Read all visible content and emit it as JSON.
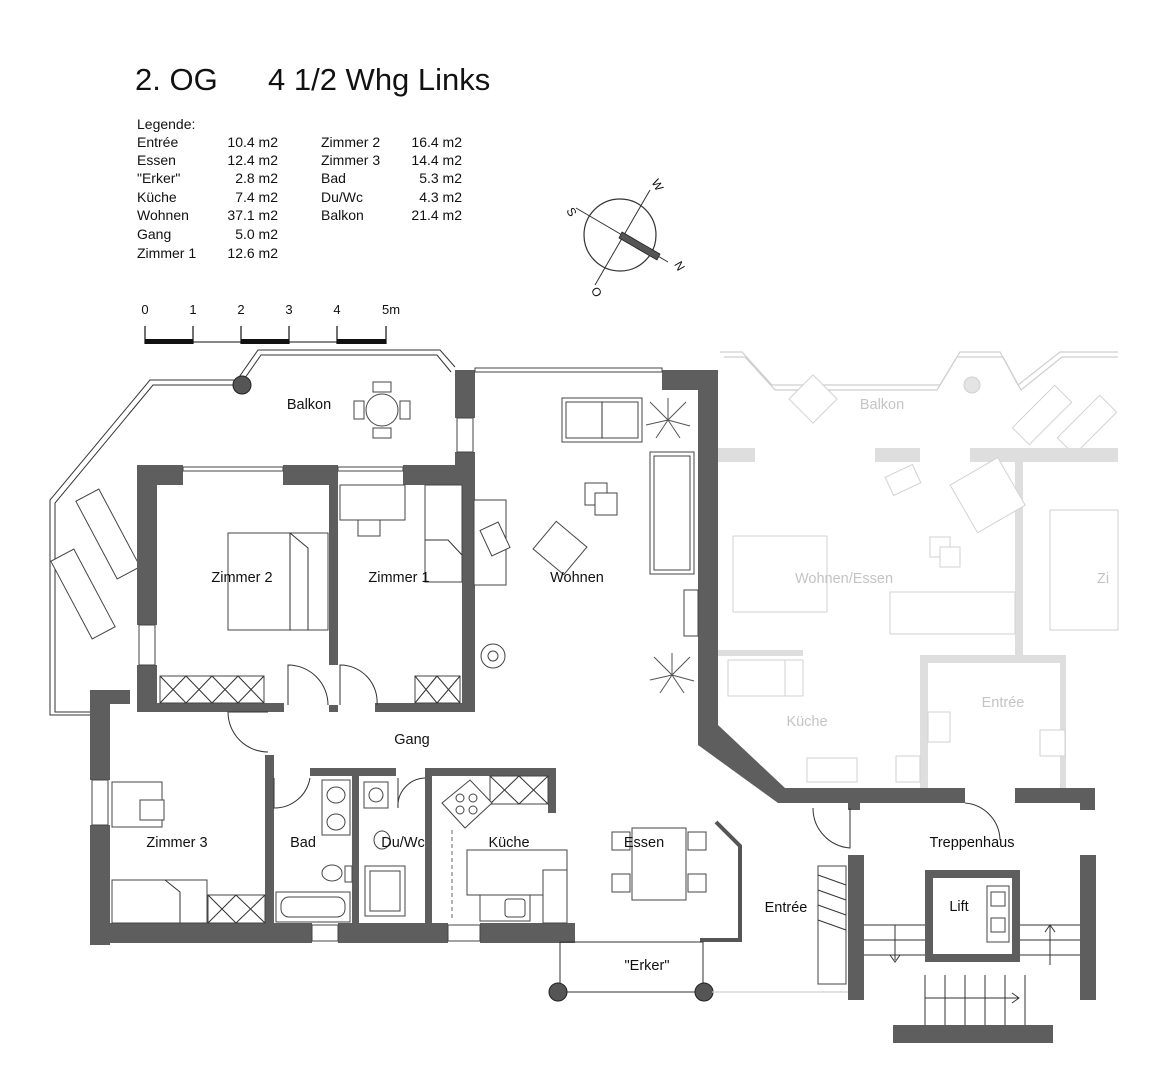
{
  "header": {
    "floor": "2. OG",
    "unit": "4 1/2 Whg Links"
  },
  "legend": {
    "heading": "Legende:",
    "col1": [
      {
        "name": "Entrée",
        "area": "10.4 m2"
      },
      {
        "name": "Essen",
        "area": "12.4 m2"
      },
      {
        "name": "\"Erker\"",
        "area": "2.8 m2"
      },
      {
        "name": "Küche",
        "area": "7.4 m2"
      },
      {
        "name": "Wohnen",
        "area": "37.1 m2"
      },
      {
        "name": "Gang",
        "area": "5.0 m2"
      },
      {
        "name": "Zimmer 1",
        "area": "12.6 m2"
      }
    ],
    "col2": [
      {
        "name": "Zimmer 2",
        "area": "16.4 m2"
      },
      {
        "name": "Zimmer 3",
        "area": "14.4 m2"
      },
      {
        "name": "Bad",
        "area": "5.3 m2"
      },
      {
        "name": "Du/Wc",
        "area": "4.3 m2"
      },
      {
        "name": "Balkon",
        "area": "21.4 m2"
      }
    ]
  },
  "scale": {
    "ticks": [
      "0",
      "1",
      "2",
      "3",
      "4",
      "5m"
    ]
  },
  "compass": {
    "labels": {
      "n": "N",
      "s": "S",
      "w": "W",
      "o": "O"
    }
  },
  "rooms": {
    "balkon": "Balkon",
    "zimmer2": "Zimmer 2",
    "zimmer1": "Zimmer 1",
    "wohnen": "Wohnen",
    "gang": "Gang",
    "zimmer3": "Zimmer 3",
    "bad": "Bad",
    "duwc": "Du/Wc",
    "kueche": "Küche",
    "essen": "Essen",
    "erker": "\"Erker\"",
    "entree": "Entrée",
    "treppenhaus": "Treppenhaus",
    "lift": "Lift"
  },
  "neighbor_rooms": {
    "balkon": "Balkon",
    "wohnen_essen": "Wohnen/Essen",
    "zimmer_cut": "Zi",
    "entree": "Entrée",
    "kueche": "Küche"
  },
  "colors": {
    "wall": "#5e5e5e",
    "ghost_wall": "#dedede",
    "ghost_text": "#c4c4c4"
  }
}
